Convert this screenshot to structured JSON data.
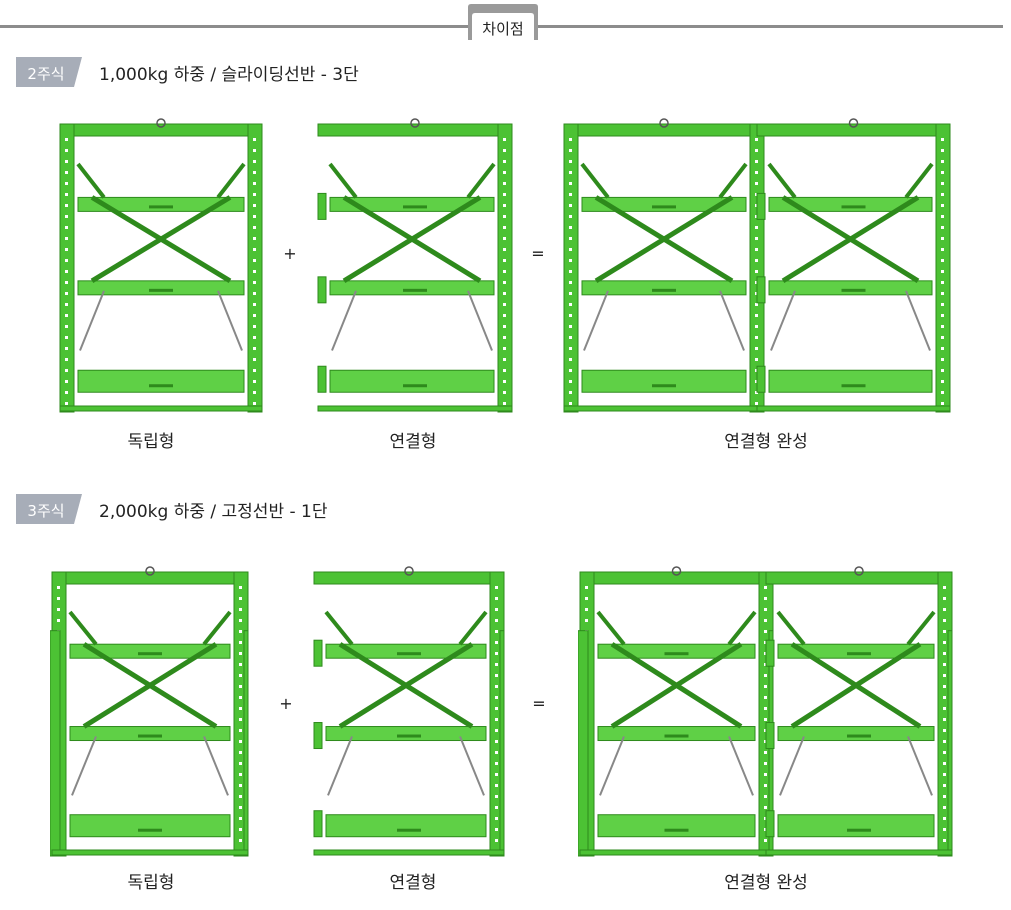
{
  "header": {
    "tab_label": "차이점"
  },
  "sections": [
    {
      "badge": "2주식",
      "title": "1,000kg 하중 / 슬라이딩선반 - 3단",
      "plus": "+",
      "equals": "=",
      "captions": [
        "독립형",
        "연결형",
        "연결형 완성"
      ]
    },
    {
      "badge": "3주식",
      "title": "2,000kg 하중 / 고정선반 - 1단",
      "plus": "+",
      "equals": "=",
      "captions": [
        "독립형",
        "연결형",
        "연결형 완성"
      ]
    }
  ],
  "colors": {
    "rack_green": "#4cc234",
    "rack_dark": "#2e8a1c",
    "badge_gray": "#a7adb8",
    "line_gray": "#8c8c8c"
  }
}
